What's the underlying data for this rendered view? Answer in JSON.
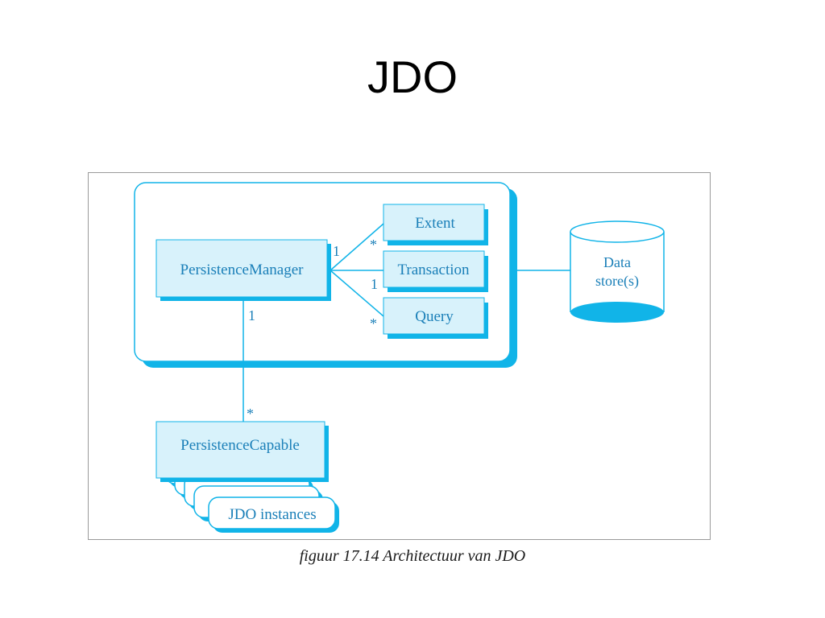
{
  "title": "JDO",
  "caption": "figuur 17.14 Architectuur van JDO",
  "colors": {
    "box_fill": "#d8f2fb",
    "border": "#11b4e8",
    "shadow": "#11b4e8",
    "text": "#1a7fb8",
    "line": "#11b4e8"
  },
  "diagram": {
    "nodes": {
      "persistence_manager": "PersistenceManager",
      "extent": "Extent",
      "transaction": "Transaction",
      "query": "Query",
      "data_store_line1": "Data",
      "data_store_line2": "store(s)",
      "persistence_capable": "PersistenceCapable",
      "jdo_instances": "JDO instances"
    },
    "multiplicities": {
      "pm_side_to_components": "1",
      "extent_end": "*",
      "transaction_end": "1",
      "query_end": "*",
      "pm_side_to_capable": "1",
      "capable_end": "*"
    }
  }
}
